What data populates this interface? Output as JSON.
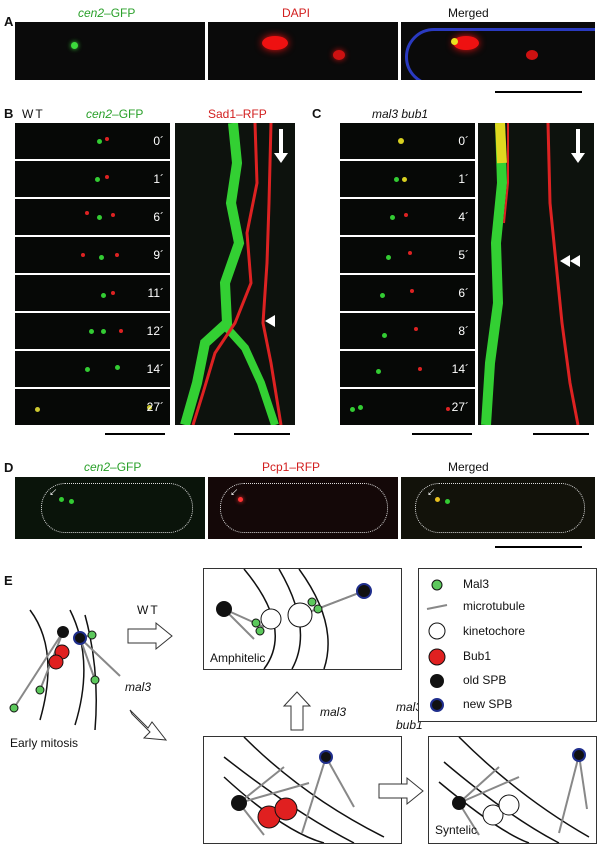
{
  "panelA": {
    "letter": "A",
    "labels": {
      "gfp_italic": "cen2",
      "gfp_rest": "–GFP",
      "dapi": "DAPI",
      "merged": "Merged"
    }
  },
  "panelB": {
    "letter": "B",
    "strain": "WT",
    "gfp_italic": "cen2",
    "gfp_rest": "–GFP",
    "kymo_label": "Sad1–RFP",
    "times": [
      "0´",
      "1´",
      "6´",
      "9´",
      "11´",
      "12´",
      "14´",
      "27´"
    ]
  },
  "panelC": {
    "letter": "C",
    "strain": "mal3 bub1",
    "times": [
      "0´",
      "1´",
      "4´",
      "5´",
      "6´",
      "8´",
      "14´",
      "27´"
    ]
  },
  "panelD": {
    "letter": "D",
    "labels": {
      "gfp_italic": "cen2",
      "gfp_rest": "–GFP",
      "pcp": "Pcp1–RFP",
      "merged": "Merged"
    }
  },
  "panelE": {
    "letter": "E",
    "early": "Early mitosis",
    "wt": "WT",
    "mal3_arrow": "mal3",
    "mal3_up": "mal3",
    "mal3bub1_line1": "mal3",
    "mal3bub1_line2": "bub1",
    "amphitelic": "Amphitelic",
    "syntelic": "Syntelic",
    "legend": {
      "mal3": "Mal3",
      "microtubule": "microtubule",
      "kinetochore": "kinetochore",
      "bub1": "Bub1",
      "old_spb": "old SPB",
      "new_spb": "new SPB"
    }
  },
  "colors": {
    "green": "#2aa02a",
    "red": "#d21e1e",
    "blue_spb": "#1f2e8c"
  }
}
